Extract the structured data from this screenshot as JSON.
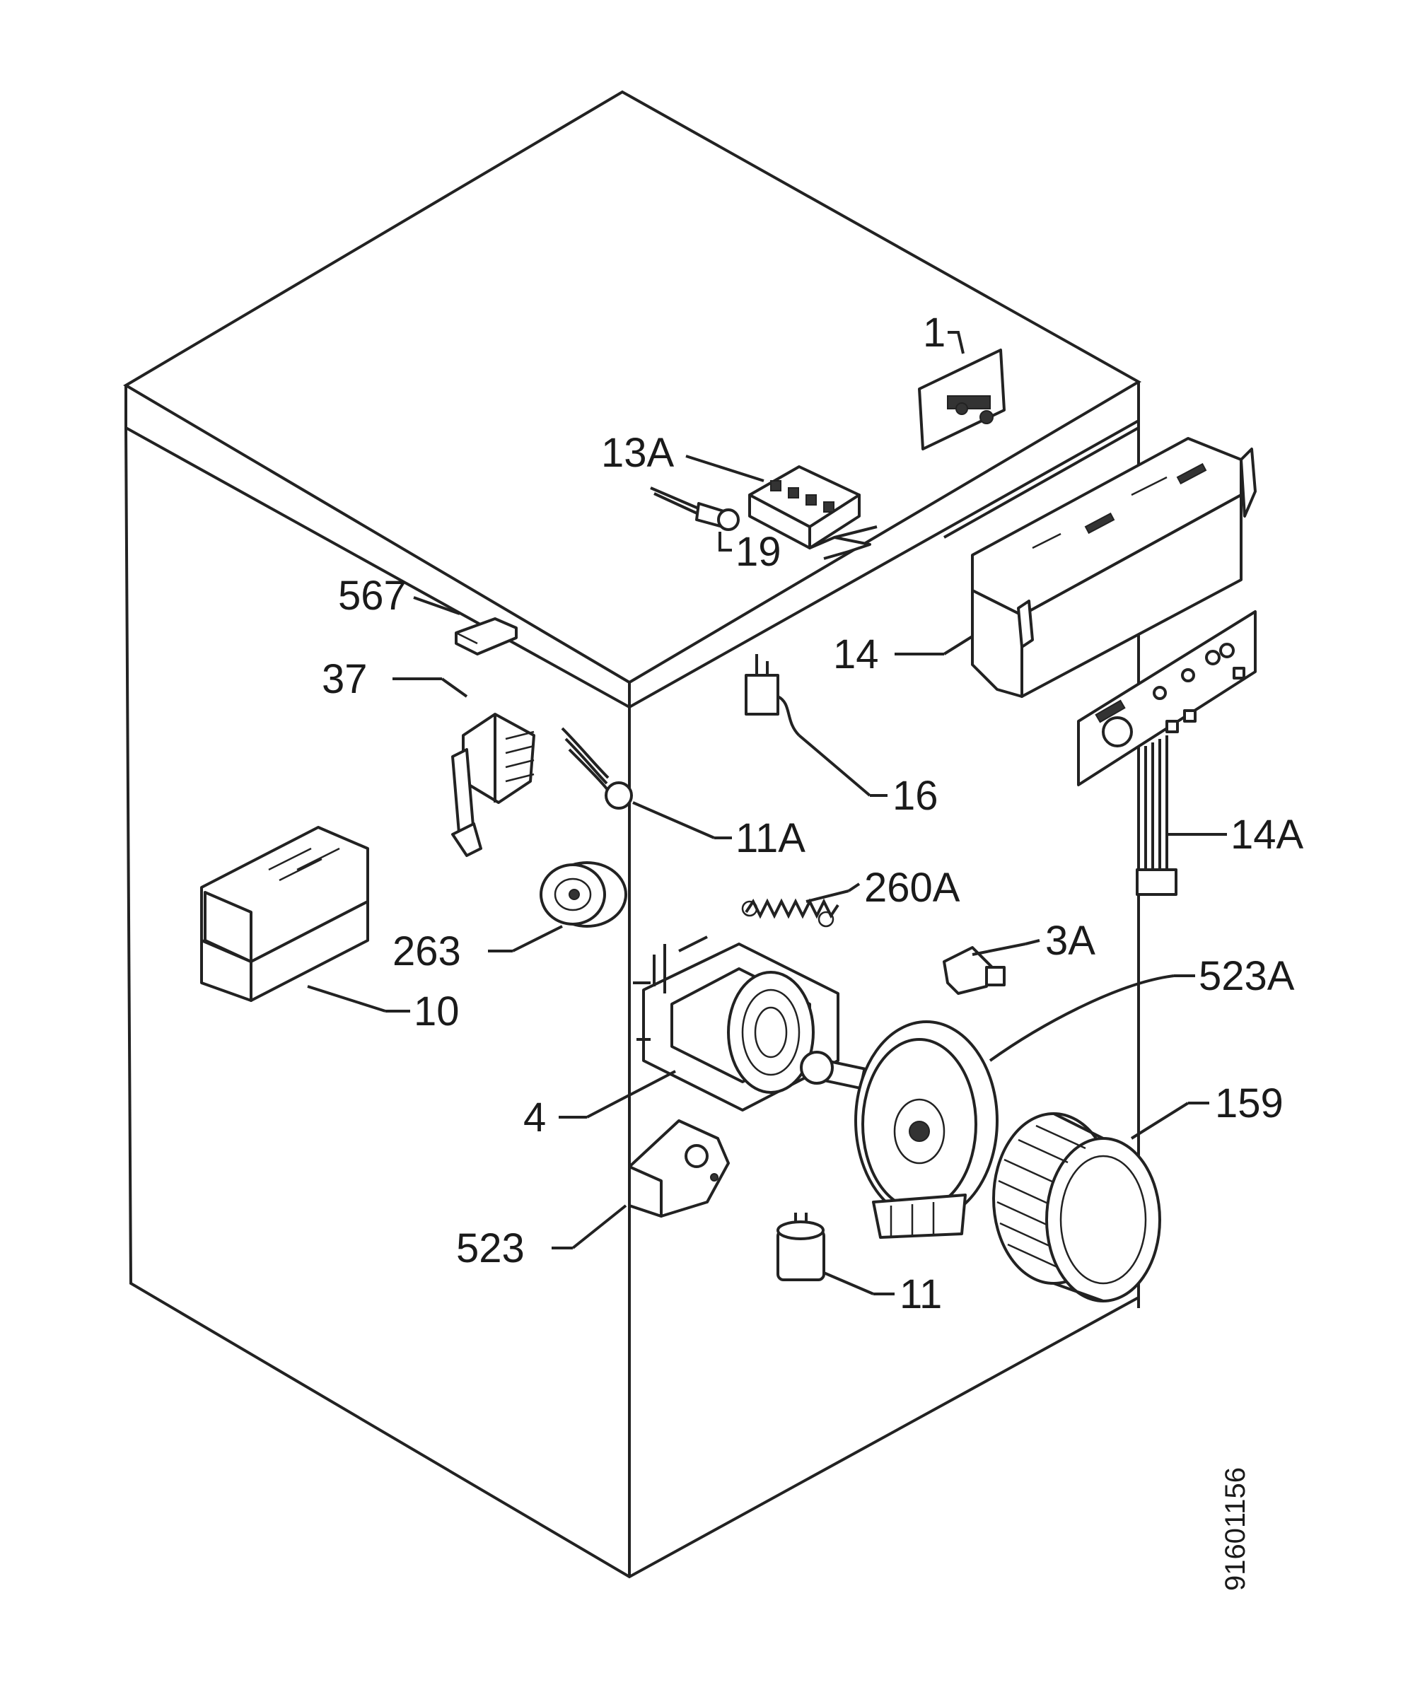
{
  "diagram": {
    "document_id": "91601156",
    "labels": {
      "l1": "1",
      "l13a": "13A",
      "l19": "19",
      "l567": "567",
      "l37": "37",
      "l14": "14",
      "l16": "16",
      "l14a": "14A",
      "l11a": "11A",
      "l260a": "260A",
      "l263": "263",
      "l3a": "3A",
      "l523a": "523A",
      "l10": "10",
      "l4": "4",
      "l159": "159",
      "l523": "523",
      "l11": "11"
    }
  }
}
